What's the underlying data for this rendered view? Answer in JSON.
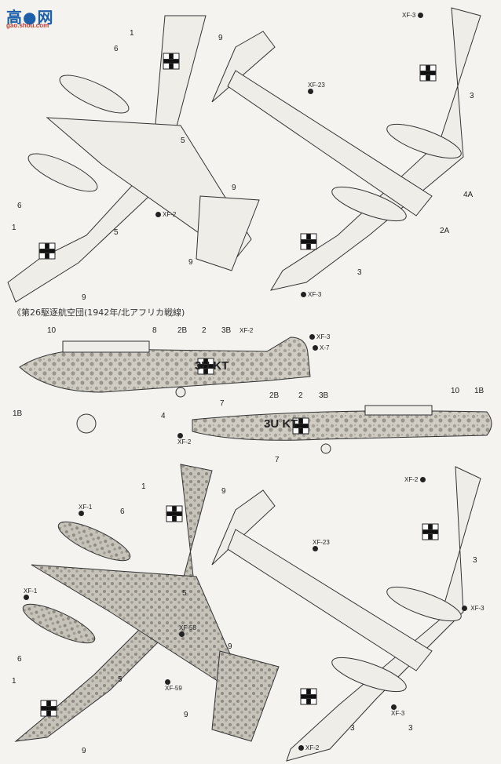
{
  "watermark": {
    "title": "高●网",
    "url": "gao.shou.com"
  },
  "caption": "《第26駆逐航空団(1942年/北アフリカ戦線)",
  "plane1_top": {
    "labels": [
      "1",
      "9",
      "6",
      "5",
      "6",
      "5",
      "1",
      "9",
      "9",
      "9"
    ],
    "paints": [
      "XF-2"
    ]
  },
  "plane1_bottom": {
    "labels": [
      "3",
      "4A",
      "2A",
      "3"
    ],
    "paints": [
      "XF-3",
      "XF-23",
      "XF-3"
    ]
  },
  "plane2_side_left": {
    "labels": [
      "10",
      "8",
      "2B",
      "2",
      "3B",
      "1B",
      "4",
      "7"
    ],
    "paints": [
      "XF-2",
      "XF-3",
      "X-7"
    ],
    "codes": "3U KT"
  },
  "plane2_side_right": {
    "labels": [
      "2B",
      "2",
      "3B",
      "10",
      "1B",
      "7"
    ],
    "paints": [
      "XF-2"
    ],
    "codes": "3U KT"
  },
  "plane3_top": {
    "labels": [
      "1",
      "9",
      "6",
      "5",
      "6",
      "5",
      "1",
      "9",
      "9",
      "9"
    ],
    "paints": [
      "XF-1",
      "XF-1",
      "XF-58",
      "XF-59"
    ]
  },
  "plane3_bottom": {
    "labels": [
      "3",
      "3",
      "3"
    ],
    "paints": [
      "XF-2",
      "XF-23",
      "XF-3",
      "XF-3",
      "XF-2"
    ]
  },
  "colors": {
    "paper": "#f4f3ef",
    "line": "#333333",
    "camo": "#b9b6ae",
    "watermark": "#1d5fa8"
  }
}
